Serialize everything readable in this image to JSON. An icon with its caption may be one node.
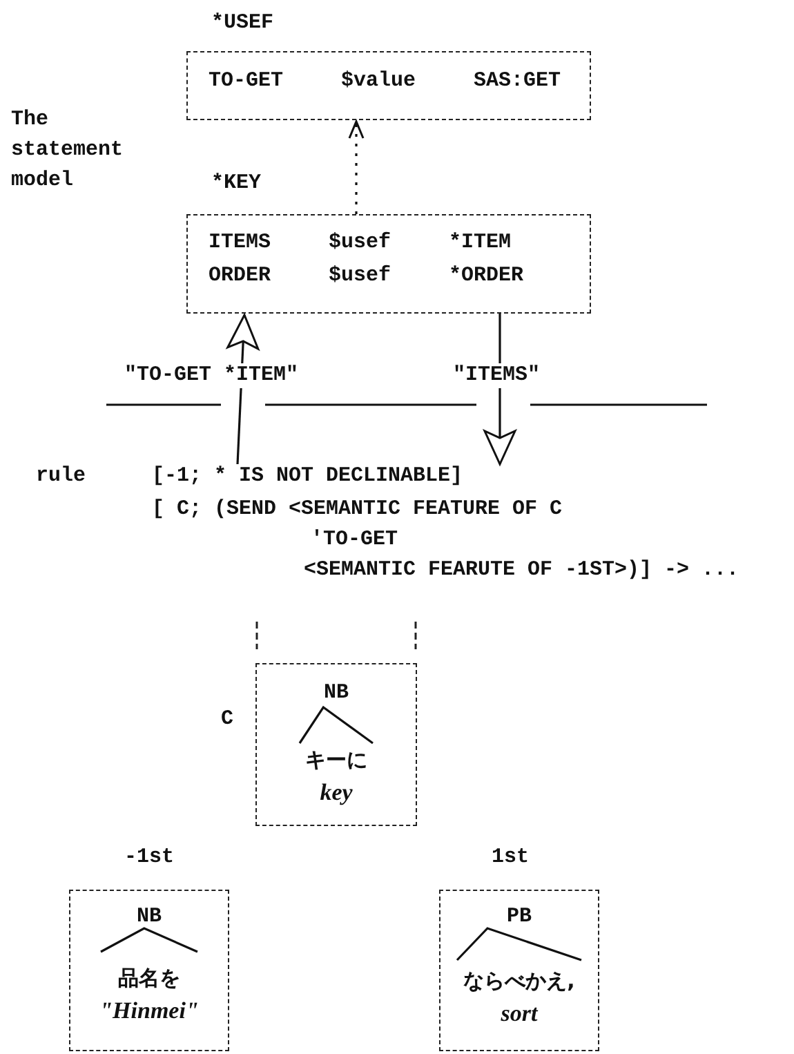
{
  "diagram": {
    "nodes": [
      {
        "text": [
          "*USEF",
          "TO-GET $value SAS:GET"
        ]
      },
      {
        "text": [
          "*KEY",
          "ITEMS $usef *ITEM",
          "ORDER $usef *ORDER"
        ]
      },
      {
        "text": [
          "[-1; * IS NOT DECLINABLE]",
          "[ C; (SEND <SEMANTIC FEATURE OF C",
          "'TO-GET",
          "<SEMANTIC FEARUTE OF -1ST>)] -> ..."
        ],
        "beside": [
          "rule"
        ]
      },
      {
        "text": [
          "NB",
          "キーに",
          "key"
        ],
        "beside": [
          "C"
        ]
      },
      {
        "text": [
          "-1st",
          "NB",
          "品名を",
          "\"Hinmei\""
        ]
      },
      {
        "text": [
          "1st",
          "PB",
          "ならべかえ,",
          "sort"
        ]
      }
    ],
    "edges": [
      {
        "from": 1,
        "to": 0,
        "arrow": "to",
        "style": "dashed"
      },
      {
        "from": 2,
        "to": 1,
        "arrow": "to",
        "label": "\"TO-GET *ITEM\""
      },
      {
        "from": 1,
        "to": 2,
        "arrow": "to",
        "label": "\"ITEMS\""
      }
    ],
    "labels": [
      "The statement model"
    ]
  }
}
